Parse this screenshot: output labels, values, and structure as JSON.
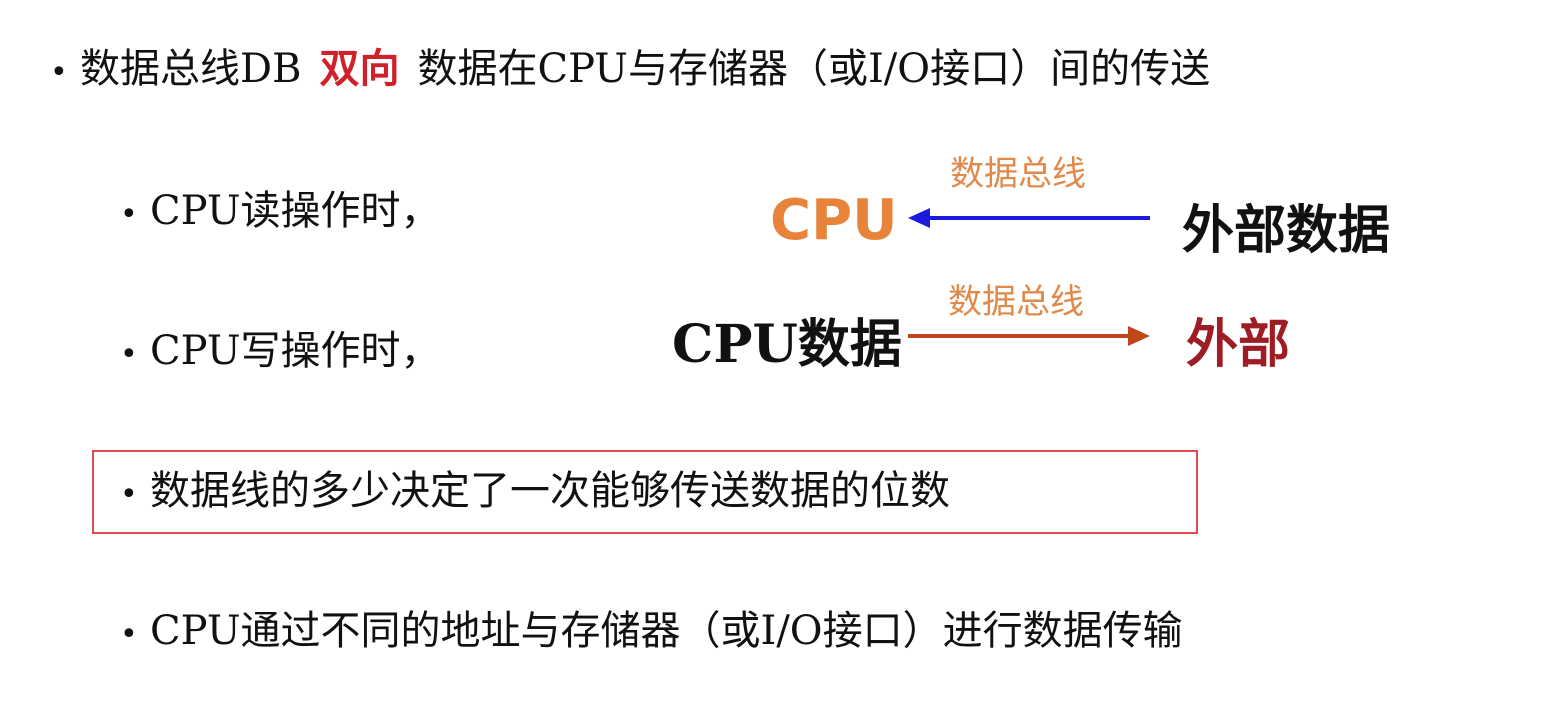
{
  "line1": {
    "prefix": "数据总线DB",
    "emphasis": "双向",
    "suffix": "数据在CPU与存储器（或I/O接口）间的传送",
    "emphasis_color": "#d0202a"
  },
  "bullets": {
    "read": "CPU读操作时，",
    "write": "CPU写操作时，",
    "width_note": "数据线的多少决定了一次能够传送数据的位数",
    "addressing": "CPU通过不同的地址与存储器（或I/O接口）进行数据传输"
  },
  "diagram": {
    "read_flow": {
      "bus_label": "数据总线",
      "destination": "CPU",
      "source": "外部数据",
      "arrow_color": "#1a1adc"
    },
    "write_flow": {
      "bus_label": "数据总线",
      "source": "CPU数据",
      "destination": "外部",
      "arrow_color": "#c0461a"
    }
  },
  "colors": {
    "highlight_border": "#e04a4a",
    "cpu_orange": "#e8843a",
    "bus_label_orange": "#e08a4a",
    "external_darkred": "#9e1c24"
  }
}
